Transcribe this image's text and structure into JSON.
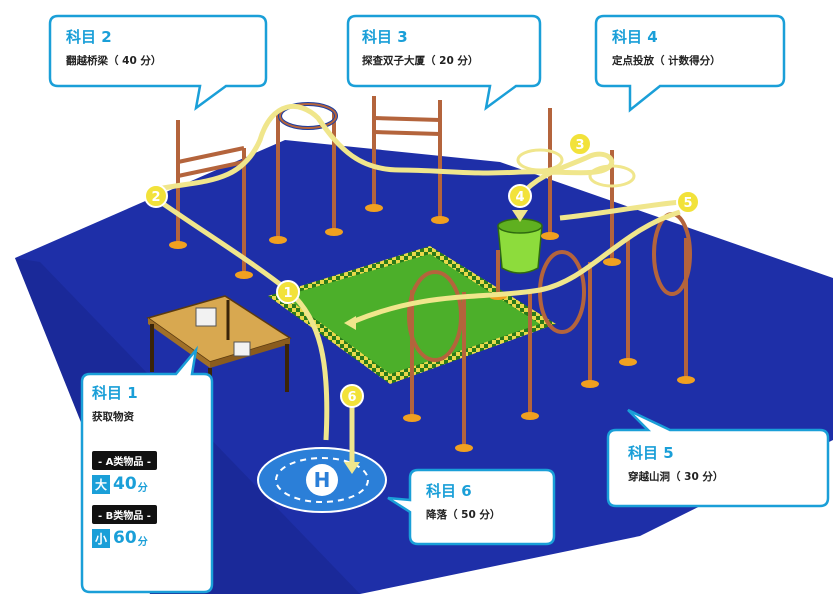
{
  "callouts": {
    "c1": {
      "title": "科目 1",
      "desc": "获取物资",
      "class_a": "- A类物品 -",
      "a_size": "大",
      "a_value": "40",
      "a_unit": "分",
      "class_b": "- B类物品 -",
      "b_size": "小",
      "b_value": "60",
      "b_unit": "分"
    },
    "c2": {
      "title": "科目 2",
      "desc": "翻越桥梁（ 40 分）"
    },
    "c3": {
      "title": "科目 3",
      "desc": "探查双子大厦（ 20 分）"
    },
    "c4": {
      "title": "科目 4",
      "desc": "定点投放（ 计数得分）"
    },
    "c5": {
      "title": "科目 5",
      "desc": "穿越山洞（ 30 分）"
    },
    "c6": {
      "title": "科目 6",
      "desc": "降落（ 50 分）"
    }
  },
  "markers": [
    "1",
    "2",
    "3",
    "4",
    "5",
    "6"
  ],
  "helipad": {
    "letter": "H"
  },
  "colors": {
    "floor": "#1e2fa8",
    "mat": "#4caf2a",
    "callout_border": "#1a9fd8",
    "marker": "#f2e23a",
    "pole": "#b4643c",
    "tube": "#f0e68c",
    "bucket": "#8ddc3c"
  }
}
